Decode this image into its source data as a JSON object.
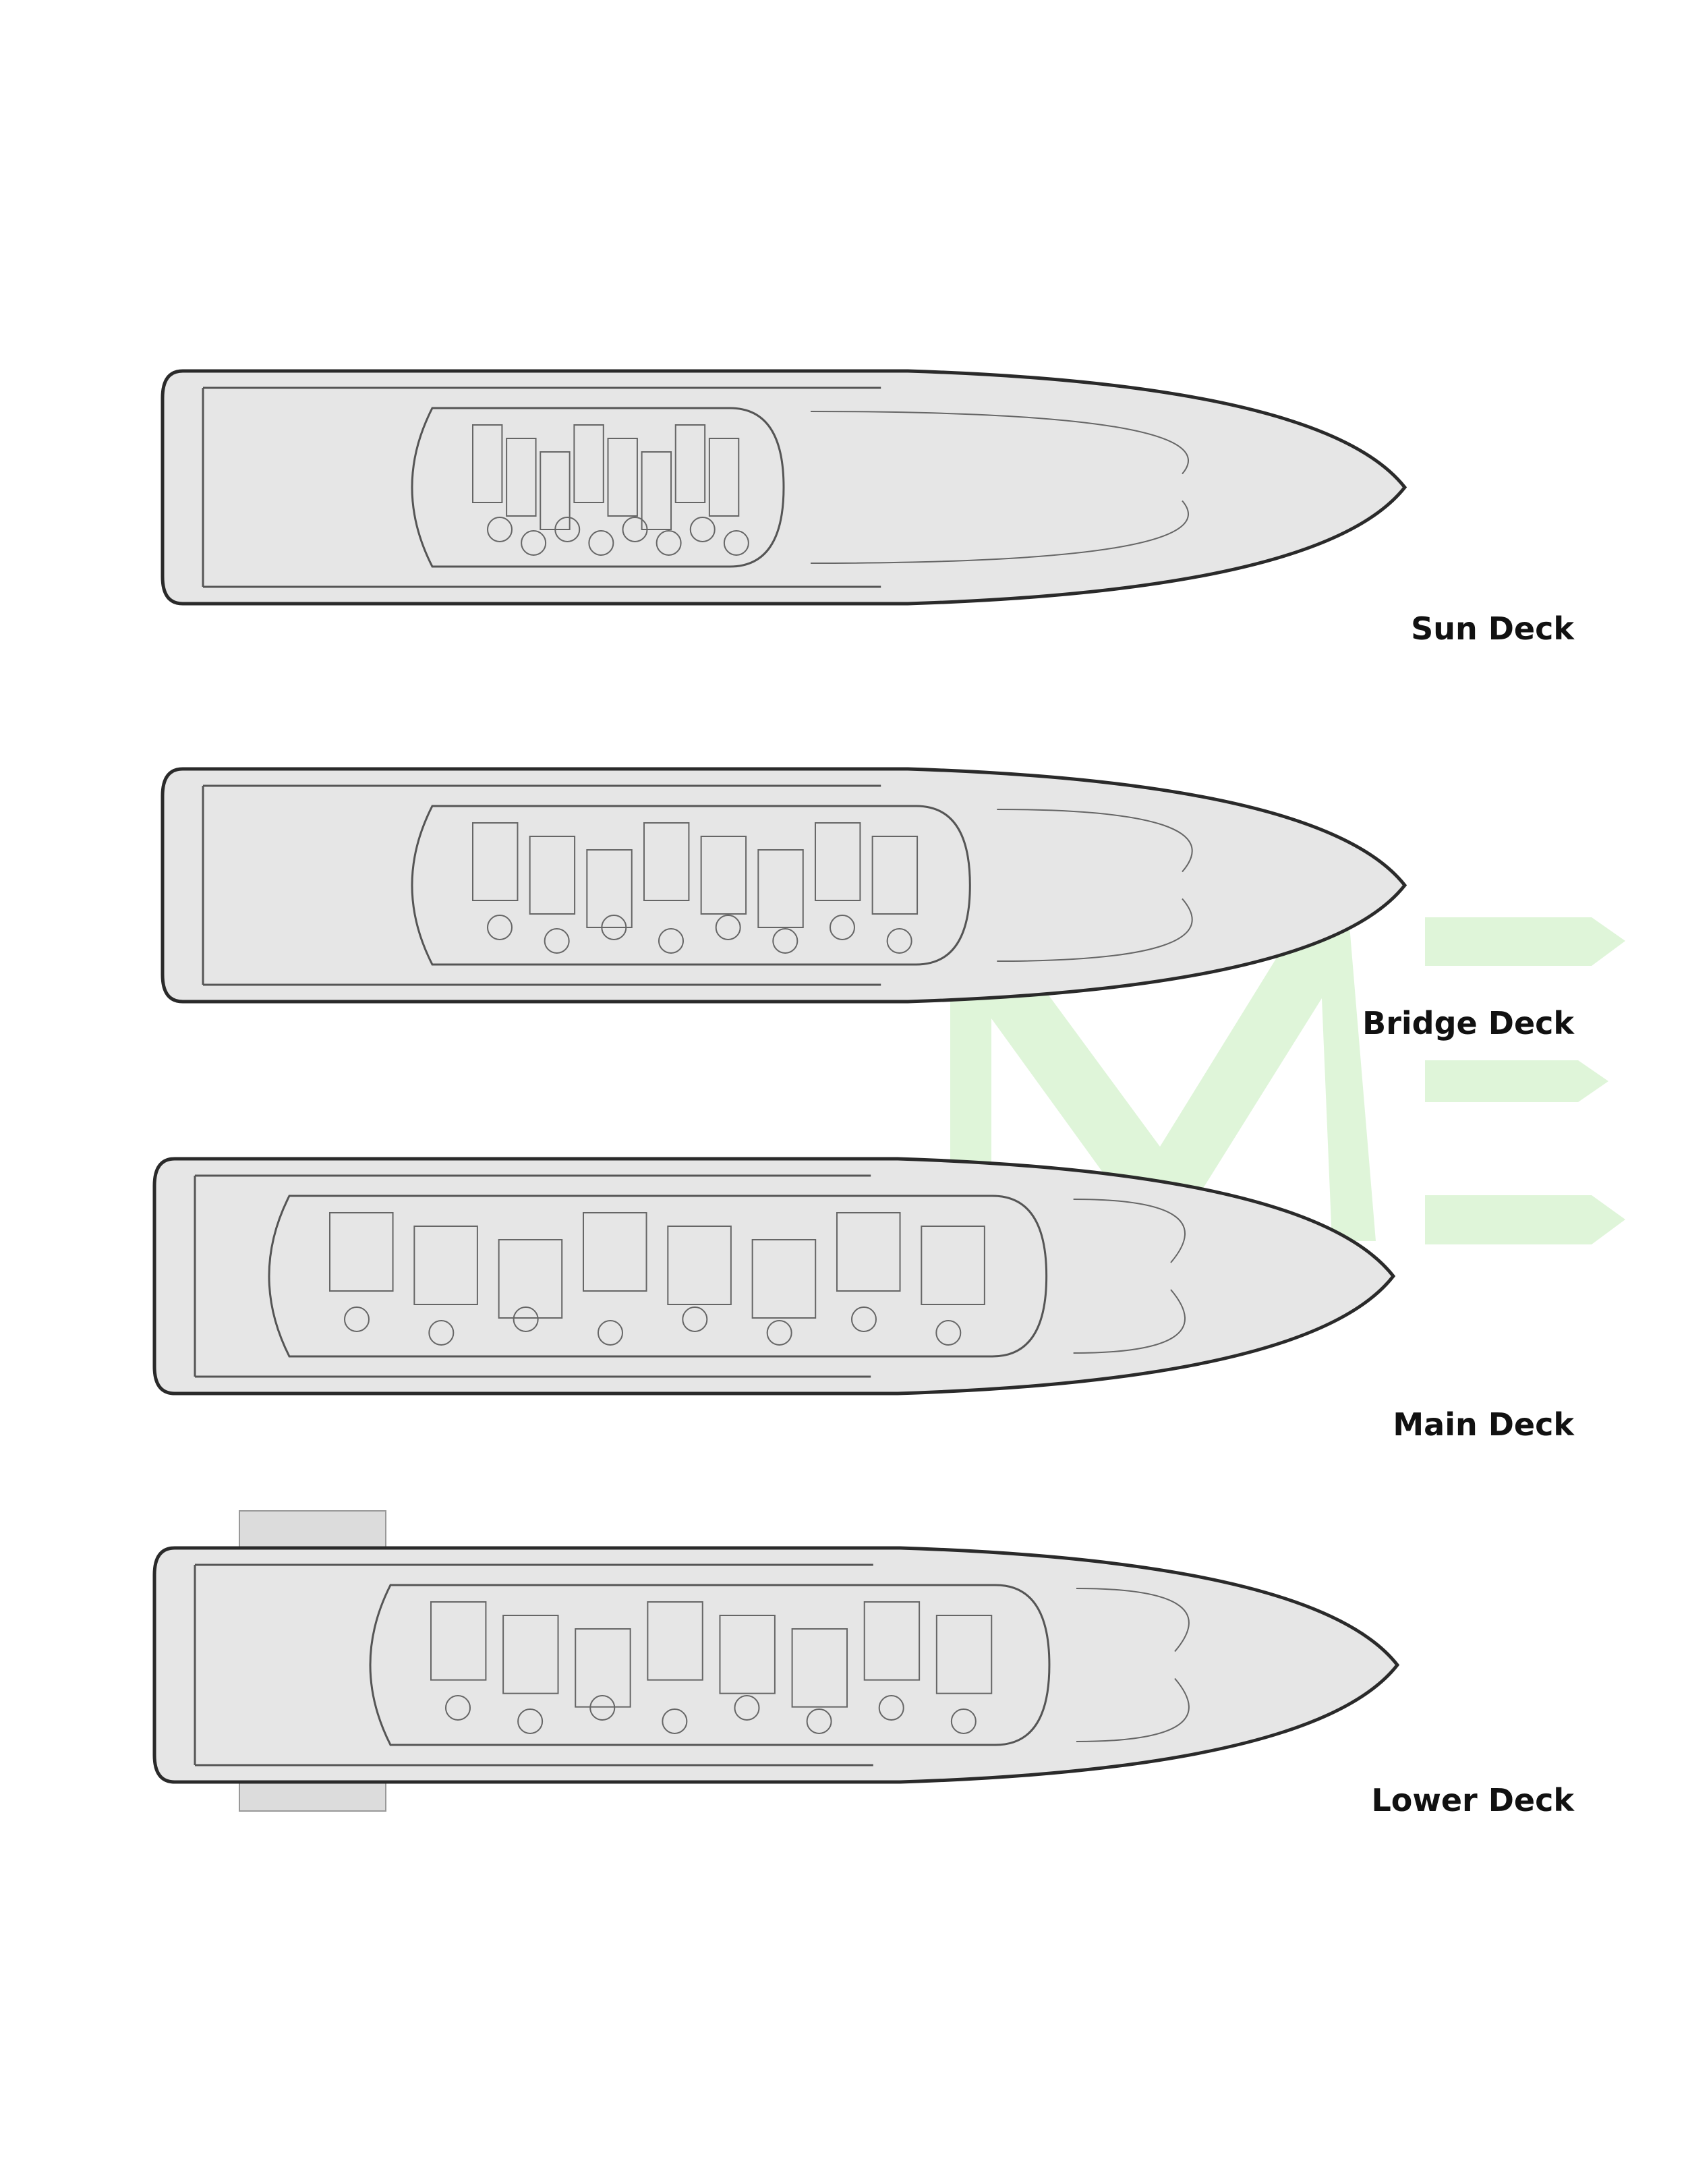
{
  "decks": [
    {
      "label": "Sun Deck"
    },
    {
      "label": "Bridge Deck"
    },
    {
      "label": "Main Deck"
    },
    {
      "label": "Lower Deck"
    }
  ],
  "colors": {
    "hull_fill": "#e6e6e6",
    "outline": "#2a2a2a",
    "watermark": "#c9efbf",
    "label": "#111111"
  }
}
